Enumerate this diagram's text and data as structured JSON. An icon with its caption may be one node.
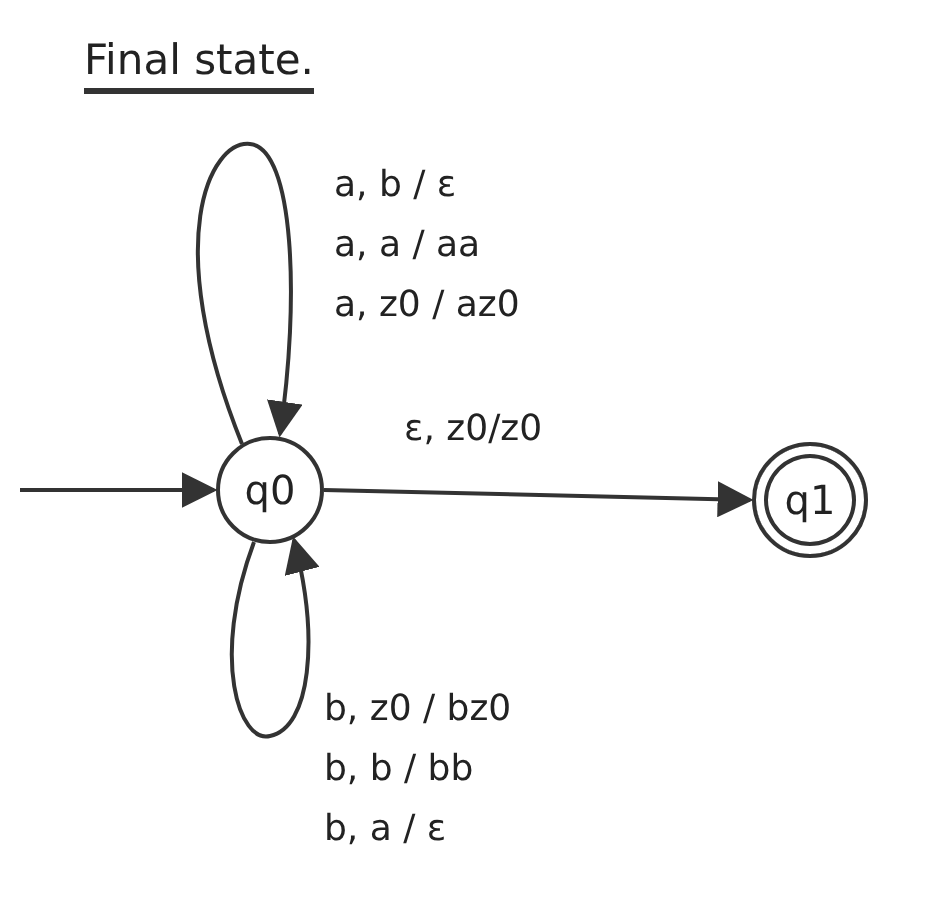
{
  "diagram": {
    "title": "Final state.",
    "nodes": [
      {
        "text": [
          "q0"
        ]
      },
      {
        "text": [
          "q1"
        ]
      }
    ],
    "edges": [
      {
        "from": null,
        "to": 0,
        "arrow": "to"
      },
      {
        "from": 0,
        "to": 0,
        "arrow": "to",
        "label": "a, b / ε a, a / aa a, z0 / az0"
      },
      {
        "from": 0,
        "to": 1,
        "arrow": "to",
        "label": "ε, z0/z0"
      },
      {
        "from": 0,
        "to": 0,
        "arrow": "to",
        "label": "b, z0 / bz0 b, b / bb b, a / ε"
      }
    ]
  }
}
